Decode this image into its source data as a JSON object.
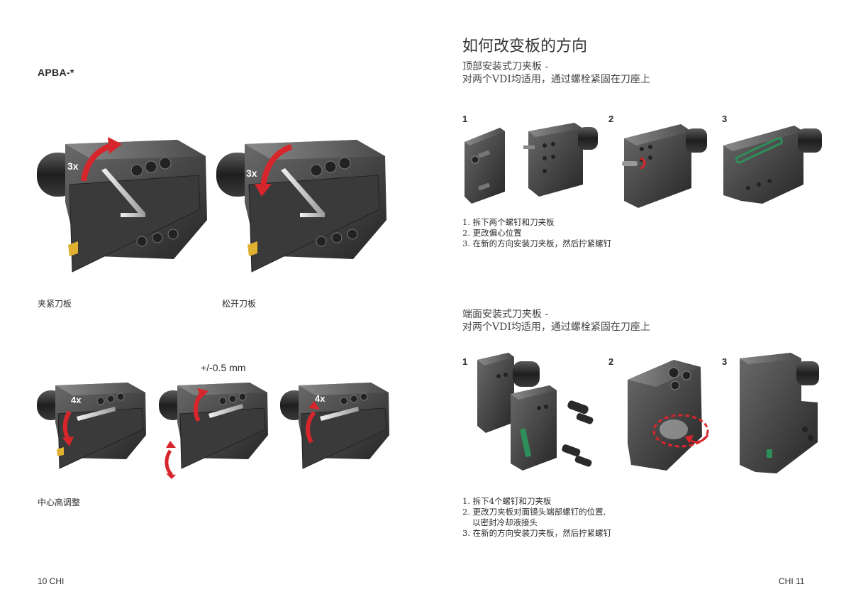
{
  "left_page": {
    "model": "APBA-*",
    "caption_clamp": "夹紧刀板",
    "caption_release": "松开刀板",
    "clamp_turns": "3x",
    "release_turns": "3x",
    "adjust_turns": "4x",
    "tolerance": "+/-0.5 mm",
    "caption_center": "中心高调整",
    "page_number": "10  CHI"
  },
  "right_page": {
    "title": "如何改变板的方向",
    "top_section": {
      "subtitle_line1": "顶部安装式刀夹板 -",
      "subtitle_line2": "对两个VDI均适用，通过螺栓紧固在刀座上",
      "step_numbers": [
        "1",
        "2",
        "3"
      ],
      "steps": [
        "1. 拆下两个螺钉和刀夹板",
        "2. 更改偏心位置",
        "3. 在新的方向安装刀夹板，然后拧紧螺钉"
      ]
    },
    "end_section": {
      "subtitle_line1": "端面安装式刀夹板 -",
      "subtitle_line2": "对两个VDI均适用，通过螺栓紧固在刀座上",
      "step_numbers": [
        "1",
        "2",
        "3"
      ],
      "steps": [
        "1. 拆下4个螺钉和刀夹板",
        "2. 更改刀夹板对面镜头端部螺钉的位置,",
        "   以密封冷却液接头",
        "3. 在新的方向安装刀夹板，然后拧紧螺钉"
      ]
    },
    "page_number": "CHI  11"
  },
  "colors": {
    "arrow": "#d7262b",
    "metal_dark": "#2e2e2e",
    "metal_mid": "#555555",
    "coolant_green": "#2f8f5b",
    "insert_gold": "#e0b030"
  }
}
